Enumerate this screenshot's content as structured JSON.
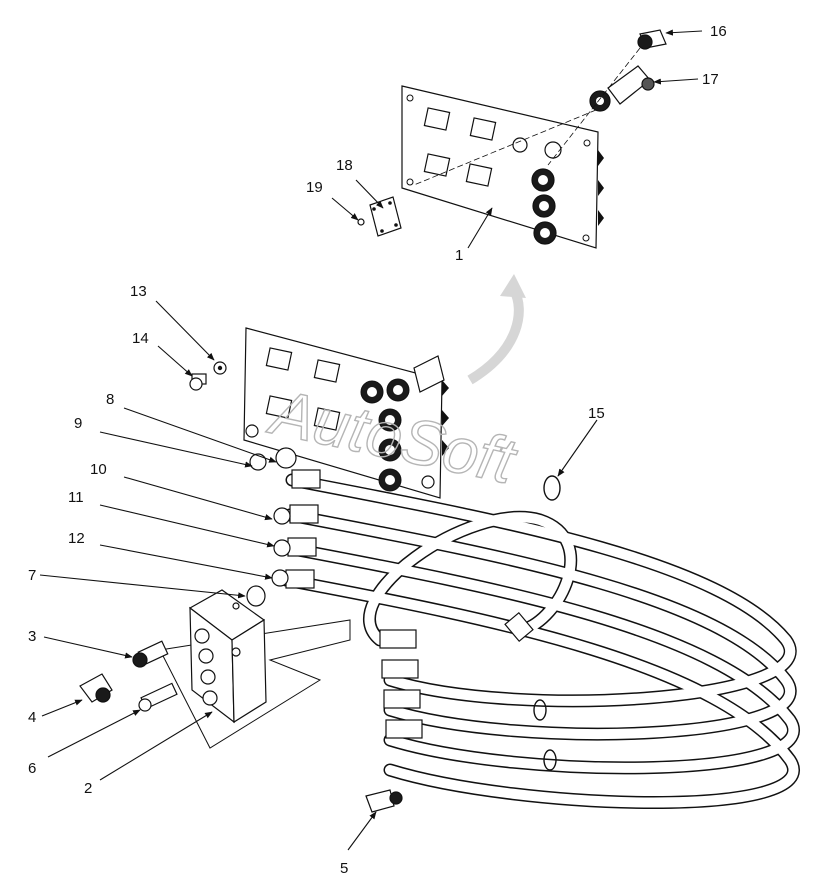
{
  "watermark": "AutoSoft",
  "callouts": {
    "c1": "1",
    "c2": "2",
    "c3": "3",
    "c4": "4",
    "c5": "5",
    "c6": "6",
    "c7": "7",
    "c8": "8",
    "c9": "9",
    "c10": "10",
    "c11": "11",
    "c12": "12",
    "c13": "13",
    "c14": "14",
    "c15": "15",
    "c16": "16",
    "c17": "17",
    "c18": "18",
    "c19": "19"
  },
  "colors": {
    "line": "#111111",
    "fill": "#ffffff",
    "shade": "#cfcfcf",
    "dark": "#1a1a1a"
  }
}
